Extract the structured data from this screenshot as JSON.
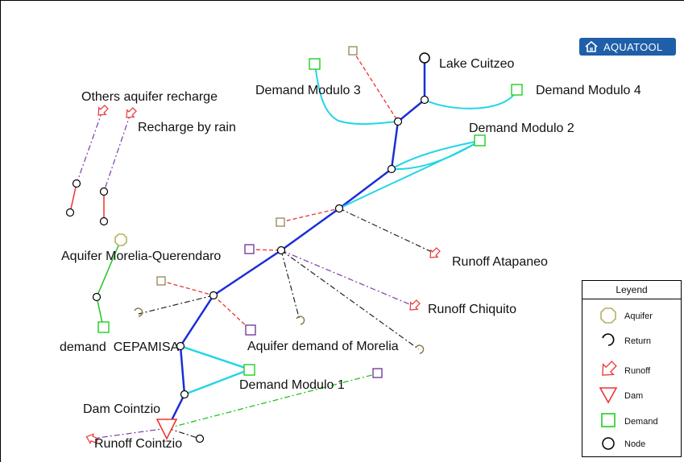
{
  "logo": {
    "text": "AQUATOOL"
  },
  "labels": {
    "lake_cuitzeo": "Lake Cuitzeo",
    "demand_modulo_3": "Demand Modulo 3",
    "demand_modulo_4": "Demand Modulo 4",
    "demand_modulo_2": "Demand Modulo 2",
    "others_aquifer_recharge": "Others aquifer recharge",
    "recharge_by_rain": "Recharge by rain",
    "aquifer_morelia": "Aquifer Morelia-Querendaro",
    "runoff_atapaneo": "Runoff Atapaneo",
    "runoff_chiquito": "Runoff Chiquito",
    "demand_cepamisa": "demand  CEPAMISA",
    "aquifer_demand_morelia": "Aquifer demand of Morelia",
    "demand_modulo_1": "Demand Modulo 1",
    "dam_cointzio": "Dam Cointzio",
    "runoff_cointzio": "Runoff Cointzio"
  },
  "legend": {
    "title": "Leyend",
    "items": [
      "Aquifer",
      "Return",
      "Runoff",
      "Dam",
      "Demand",
      "Node"
    ]
  },
  "colors": {
    "river": "#1a2fd6",
    "demand_link": "#22d6e6",
    "red_dash": "#ee3333",
    "black_dash": "#222222",
    "purple_dash": "#7a3fa6",
    "green_dash": "#22c322",
    "olive_square": "#8a7a4a",
    "purple_square": "#6a2f96",
    "demand_square": "#22cc22",
    "aquifer": "#b8b060",
    "logo_bg": "#1f5fa8"
  }
}
